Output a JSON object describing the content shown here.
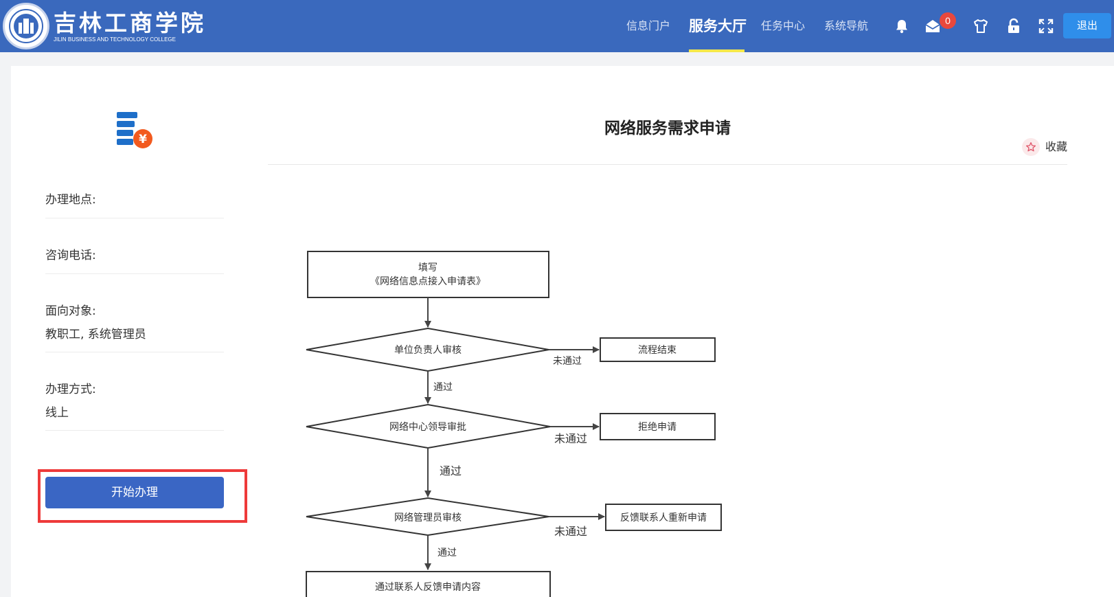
{
  "header": {
    "logo_cn": "吉林工商学院",
    "logo_en": "JILIN BUSINESS AND TECHNOLOGY COLLEGE",
    "nav": [
      {
        "label": "信息门户",
        "active": false
      },
      {
        "label": "服务大厅",
        "active": true
      },
      {
        "label": "任务中心",
        "active": false
      },
      {
        "label": "系统导航",
        "active": false
      }
    ],
    "icons": [
      "bell-icon",
      "mail-icon",
      "shirt-icon",
      "lock-icon",
      "fullscreen-icon"
    ],
    "mail_badge": "0",
    "logout_label": "退出"
  },
  "sidebar": {
    "location_label": "办理地点:",
    "location_value": "",
    "phone_label": "咨询电话:",
    "phone_value": "",
    "audience_label": "面向对象:",
    "audience_value": "教职工, 系统管理员",
    "method_label": "办理方式:",
    "method_value": "线上",
    "start_label": "开始办理"
  },
  "main": {
    "title": "网络服务需求申请",
    "favorite_label": "收藏"
  },
  "flowchart": {
    "step1_line1": "填写",
    "step1_line2": "《网络信息点接入申请表》",
    "decision1": "单位负责人审核",
    "end1": "流程结束",
    "decision2": "网络中心领导审批",
    "end2": "拒绝申请",
    "decision3": "网络管理员审核",
    "end3": "反馈联系人重新申请",
    "final_step": "通过联系人反馈申请内容",
    "pass_label": "通过",
    "fail_label": "未通过"
  },
  "colors": {
    "header_bg": "#3a69bd",
    "nav_underline": "#f5e84a",
    "logout_bg": "#2f8eea",
    "start_button": "#3a66c4",
    "highlight_frame": "#ee3a3a",
    "badge": "#e8483d"
  }
}
